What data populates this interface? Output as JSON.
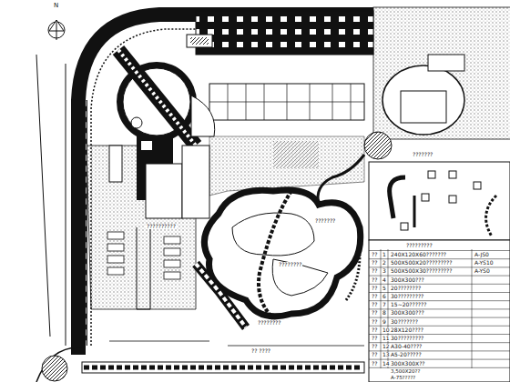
{
  "diagram": {
    "labels": [
      "N",
      "???????",
      "??????????",
      "????????",
      "????????",
      "???????",
      "?? ????",
      "?????????",
      "??",
      "1",
      "240X120X60???????",
      "A-JS0",
      "??",
      "2",
      "500X500X20?????????",
      "A-YS10",
      "??",
      "3",
      "500X500X30?????????",
      "A-YS0",
      "??",
      "4",
      "300X300???",
      "??",
      "5",
      "20????????",
      "??",
      "6",
      "30?????????",
      "??",
      "7",
      "15~20??????",
      "??",
      "8",
      "300X300???",
      "??",
      "9",
      "30???????",
      "??",
      "10",
      "28X120????",
      "??",
      "11",
      "30?????????",
      "??",
      "12",
      "A30-40????",
      "??",
      "13",
      "A5-20?????",
      "??",
      "14",
      "300X300X??",
      "3,500X20??",
      "A-75?????"
    ]
  }
}
